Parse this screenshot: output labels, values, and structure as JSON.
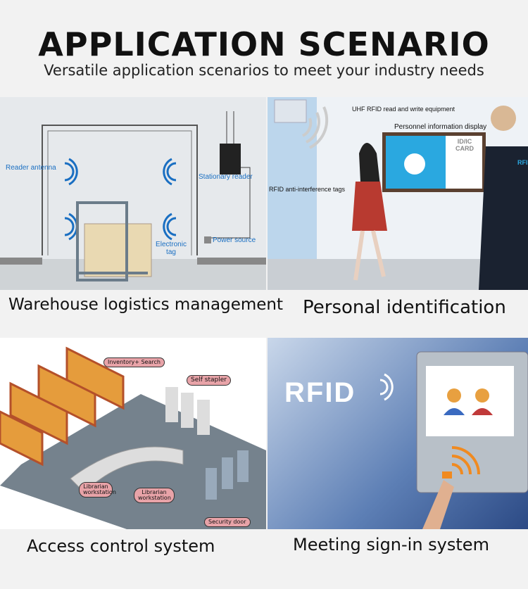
{
  "header": {
    "title": "APPLICATION SCENARIO",
    "subtitle": "Versatile application scenarios to meet your industry needs"
  },
  "scenarios": [
    {
      "caption": "Warehouse logistics management",
      "labels": {
        "reader_antenna": "Reader antenna",
        "stationary_reader": "Stationary reader",
        "electronic_tag": "Electronic tag",
        "power_source": "Power source"
      }
    },
    {
      "caption": "Personal identification",
      "labels": {
        "equipment": "UHF RFID read and write equipment",
        "display": "Personnel information display",
        "tags": "RFID anti-interference tags",
        "card": "ID/IC CARD",
        "rfid": "RFID"
      }
    },
    {
      "caption": "Access control system",
      "labels": {
        "inventory": "Inventory+ Search",
        "stapler": "Self stapler",
        "workstation1": "Librarian workstation",
        "workstation2": "Librarian workstation",
        "door": "Security door"
      }
    },
    {
      "caption": "Meeting sign-in system",
      "labels": {
        "rfid": "RFID"
      }
    }
  ]
}
